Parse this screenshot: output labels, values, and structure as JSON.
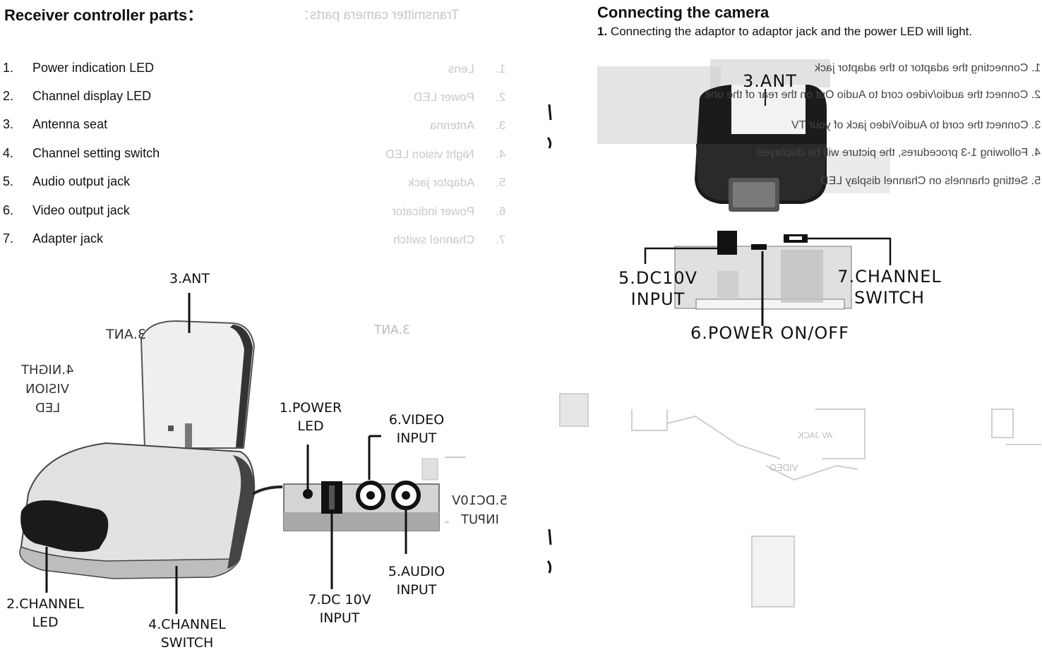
{
  "left": {
    "heading": "Receiver controller parts：",
    "ghost_heading": "Transmitter camera parts：",
    "parts": [
      {
        "num": "1.",
        "label": "Power indication LED"
      },
      {
        "num": "2.",
        "label": "Channel display LED"
      },
      {
        "num": "3.",
        "label": "Antenna seat"
      },
      {
        "num": "4.",
        "label": "Channel setting switch"
      },
      {
        "num": "5.",
        "label": "Audio output jack"
      },
      {
        "num": "6.",
        "label": "Video output jack"
      },
      {
        "num": "7.",
        "label": "Adapter jack"
      }
    ],
    "ghost_parts": [
      "Lens",
      "Power LED",
      "Antenna",
      "Night vision LED",
      "Adaptor jack",
      "Power indicator",
      "Channel switch"
    ],
    "ghost_nums": [
      "1.",
      "2.",
      "3.",
      "4.",
      "5.",
      "6.",
      "7."
    ],
    "receiver_callouts": {
      "ant": "3.ANT",
      "ghost_ant": "3.ANT",
      "ghost_night_line1": "4.NIGHT",
      "ghost_night_line2": "VISION",
      "ghost_night_line3": "LED",
      "channel_led_line1": "2.CHANNEL",
      "channel_led_line2": "LED",
      "channel_switch_line1": "4.CHANNEL",
      "channel_switch_line2": "SWITCH"
    },
    "panel_callouts": {
      "power_line1": "1.POWER",
      "power_line2": "LED",
      "video_line1": "6.VIDEO",
      "video_line2": "INPUT",
      "audio_line1": "5.AUDIO",
      "audio_line2": "INPUT",
      "dc_line1": "7.DC 10V",
      "dc_line2": "INPUT",
      "ghost_dc_line1": "5.DC10V",
      "ghost_dc_line2": "INPUT",
      "ghost_ant_top": "3.ANT"
    }
  },
  "right": {
    "heading": "Connecting the camera",
    "step_num": "1.",
    "step_text": "Connecting the adaptor to adaptor jack and the power LED will light.",
    "ghost_lines": [
      "1. Connecting the adaptor to the adaptor jack",
      "2. Connect the audio/video cord to Audio Out on the rear of the unit",
      "3. Connect the cord to AudioVideo jack of your TV",
      "4. Following 1-3 procedures, the picture will be displayed",
      "5. Setting channels on Channel display LED"
    ],
    "camera_callouts": {
      "ant": "3.ANT",
      "dc_line1": "5.DC10V",
      "dc_line2": "INPUT",
      "channel_line1": "7.CHANNEL",
      "channel_line2": "SWITCH",
      "power": "6.POWER ON/OFF"
    },
    "ghost_diagram": {
      "av_jack": "AV JACK",
      "video": "VIDEO"
    }
  }
}
